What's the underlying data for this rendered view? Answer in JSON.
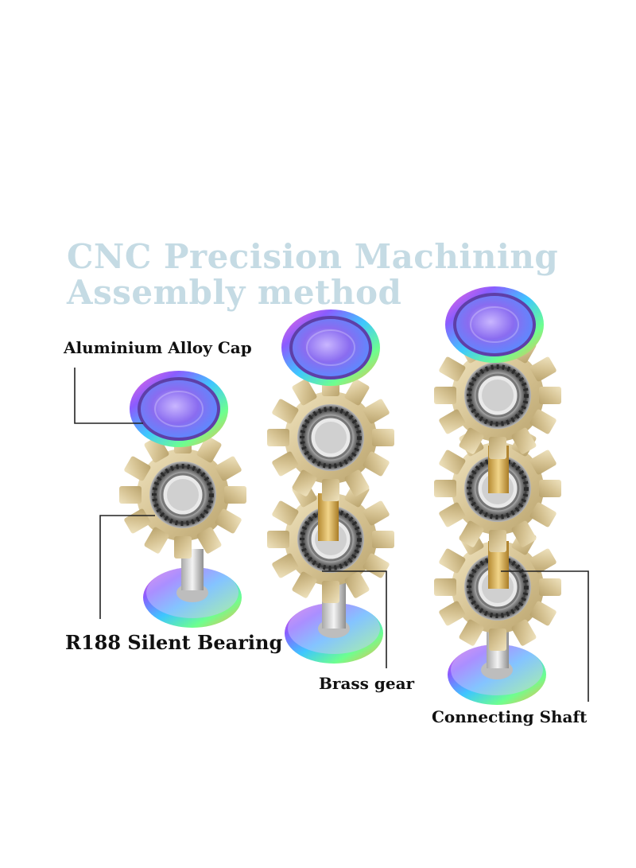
{
  "title": {
    "line1": "CNC Precision Machining",
    "line2": "Assembly method"
  },
  "labels": {
    "cap": "Aluminium Alloy Cap",
    "bearing": "R188 Silent Bearing",
    "gear": "Brass gear",
    "shaft": "Connecting Shaft"
  },
  "colors": {
    "title": "#c5dbe4",
    "label": "#111111",
    "brass": "#d9c89a",
    "leader_line": "#222222"
  }
}
